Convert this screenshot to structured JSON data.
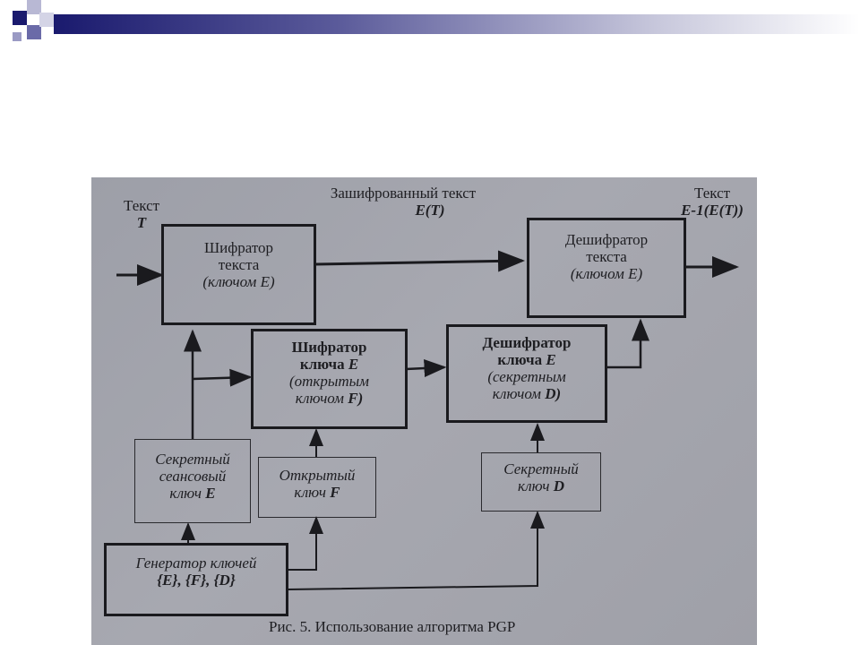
{
  "slide": {
    "accent_colors": [
      "#1a1a6e",
      "#6a6aa8",
      "#c8c8dc"
    ]
  },
  "labels": {
    "text_in_title": "Текст",
    "text_in_symbol": "T",
    "encrypted_title": "Зашифрованный текст",
    "encrypted_symbol": "E(T)",
    "text_out_title": "Текст",
    "text_out_symbol": "E-1(E(T))"
  },
  "boxes": {
    "text_encryptor": {
      "l1": "Шифратор",
      "l2": "текста",
      "l3": "(ключом E)"
    },
    "text_decryptor": {
      "l1": "Дешифратор",
      "l2": "текста",
      "l3": "(ключом E)"
    },
    "key_encryptor": {
      "l1": "Шифратор",
      "l2a": "ключа ",
      "l2b": "E",
      "l3": "(открытым",
      "l4a": "ключом ",
      "l4b": "F)"
    },
    "key_decryptor": {
      "l1": "Дешифратор",
      "l2a": "ключа ",
      "l2b": "E",
      "l3": "(секретным",
      "l4a": "ключом ",
      "l4b": "D)"
    },
    "session_key": {
      "l1": "Секретный",
      "l2": "сеансовый",
      "l3a": "ключ ",
      "l3b": "E"
    },
    "public_key": {
      "l1": "Открытый",
      "l2a": "ключ ",
      "l2b": "F"
    },
    "secret_key": {
      "l1": "Секретный",
      "l2a": "ключ ",
      "l2b": "D"
    },
    "key_generator": {
      "l1": "Генератор ключей",
      "l2": "{E}, {F}, {D}"
    }
  },
  "caption": "Рис. 5. Использование алгоритма PGP"
}
